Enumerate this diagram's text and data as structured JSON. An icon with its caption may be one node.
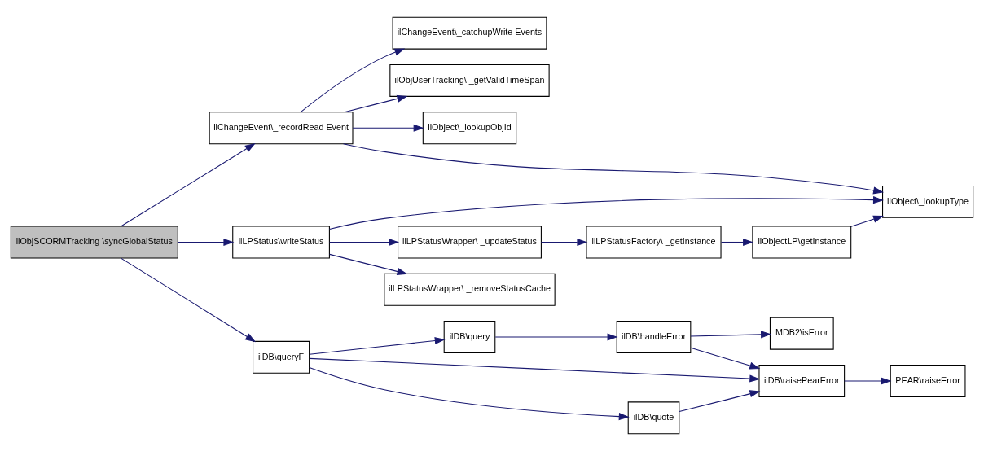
{
  "diagram": {
    "nodes": [
      {
        "text": [
          "ilObjSCORMTracking \\syncGlobalStatus"
        ]
      },
      {
        "text": [
          "ilChangeEvent\\_recordRead Event"
        ]
      },
      {
        "text": [
          "ilChangeEvent\\_catchupWrite Events"
        ]
      },
      {
        "text": [
          "ilObjUserTracking\\ _getValidTimeSpan"
        ]
      },
      {
        "text": [
          "ilObject\\_lookupObjId"
        ]
      },
      {
        "text": [
          "ilObject\\_lookupType"
        ]
      },
      {
        "text": [
          "ilLPStatus\\writeStatus"
        ]
      },
      {
        "text": [
          "ilLPStatusWrapper\\ _updateStatus"
        ]
      },
      {
        "text": [
          "ilLPStatusFactory\\ _getInstance"
        ]
      },
      {
        "text": [
          "ilObjectLP\\getInstance"
        ]
      },
      {
        "text": [
          "ilLPStatusWrapper\\ _removeStatusCache"
        ]
      },
      {
        "text": [
          "ilDB\\queryF"
        ]
      },
      {
        "text": [
          "ilDB\\query"
        ]
      },
      {
        "text": [
          "ilDB\\handleError"
        ]
      },
      {
        "text": [
          "MDB2\\isError"
        ]
      },
      {
        "text": [
          "ilDB\\raisePearError"
        ]
      },
      {
        "text": [
          "PEAR\\raiseError"
        ]
      },
      {
        "text": [
          "ilDB\\quote"
        ]
      }
    ],
    "edges": [
      {
        "from": 0,
        "to": 1,
        "arrow": "to"
      },
      {
        "from": 0,
        "to": 6,
        "arrow": "to"
      },
      {
        "from": 0,
        "to": 11,
        "arrow": "to"
      },
      {
        "from": 1,
        "to": 2,
        "arrow": "to"
      },
      {
        "from": 1,
        "to": 3,
        "arrow": "to"
      },
      {
        "from": 1,
        "to": 4,
        "arrow": "to"
      },
      {
        "from": 1,
        "to": 5,
        "arrow": "to"
      },
      {
        "from": 6,
        "to": 5,
        "arrow": "to"
      },
      {
        "from": 6,
        "to": 7,
        "arrow": "to"
      },
      {
        "from": 6,
        "to": 10,
        "arrow": "to"
      },
      {
        "from": 7,
        "to": 8,
        "arrow": "to"
      },
      {
        "from": 8,
        "to": 9,
        "arrow": "to"
      },
      {
        "from": 9,
        "to": 5,
        "arrow": "to"
      },
      {
        "from": 11,
        "to": 12,
        "arrow": "to"
      },
      {
        "from": 11,
        "to": 15,
        "arrow": "to"
      },
      {
        "from": 11,
        "to": 17,
        "arrow": "to"
      },
      {
        "from": 12,
        "to": 13,
        "arrow": "to"
      },
      {
        "from": 13,
        "to": 14,
        "arrow": "to"
      },
      {
        "from": 13,
        "to": 15,
        "arrow": "to"
      },
      {
        "from": 15,
        "to": 16,
        "arrow": "to"
      },
      {
        "from": 17,
        "to": 15,
        "arrow": "to"
      }
    ]
  }
}
